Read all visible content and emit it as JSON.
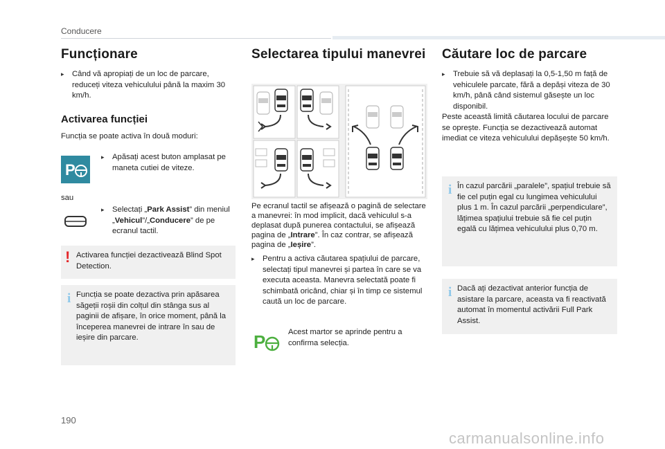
{
  "header": {
    "section": "Conducere"
  },
  "col1": {
    "title": "Funcționare",
    "bullet1": "Când vă apropiați de un loc de parcare, reduceți viteza vehiculului până la maxim 30 km/h.",
    "subtitle": "Activarea funcției",
    "intro": "Funcția se poate activa în două moduri:",
    "option1": "Apăsați acest buton amplasat pe maneta cutiei de viteze.",
    "or": "sau",
    "option2_a": "Selectați „",
    "option2_b": "Park Assist",
    "option2_c": "” din meniul „",
    "option2_d": "Vehicul",
    "option2_e": "”/„",
    "option2_f": "Conducere",
    "option2_g": "” de pe ecranul tactil.",
    "warning": "Activarea funcției dezactivează Blind Spot Detection.",
    "info": "Funcția se poate dezactiva prin apăsarea săgeții roșii din colțul din stânga sus al paginii de afișare, în orice moment, până la începerea manevrei de intrare în sau de ieșire din parcare."
  },
  "col2": {
    "title": "Selectarea tipului manevrei",
    "para_a": "Pe ecranul tactil se afișează o pagină de selectare a manevrei: în mod implicit, dacă vehiculul s-a deplasat după punerea contactului, se afișează pagina de „",
    "para_b": "Intrare",
    "para_c": "”. În caz contrar, se afișează pagina de „",
    "para_d": "Ieșire",
    "para_e": "”.",
    "bullet": "Pentru a activa căutarea spațiului de parcare, selectați tipul manevrei și partea în care se va executa aceasta. Manevra selectată poate fi schimbată oricând, chiar și în timp ce sistemul caută un loc de parcare.",
    "indicator": "Acest martor se aprinde pentru a confirma selecția."
  },
  "col3": {
    "title": "Căutare loc de parcare",
    "bullet": "Trebuie să vă deplasați la 0,5-1,50 m față de vehiculele parcate, fără a depăși viteza de 30 km/h, până când sistemul găsește un loc disponibil.",
    "para": "Peste această limită căutarea locului de parcare se oprește. Funcția se dezactivează automat imediat ce viteza vehiculului depășește 50 km/h.",
    "info1": "În cazul parcării „paralele”, spațiul trebuie să fie cel puțin egal cu lungimea vehiculului plus 1 m. În cazul parcării „perpendiculare”, lățimea spațiului trebuie să fie cel puțin egală cu lățimea vehiculului plus 0,70 m.",
    "info2": "Dacă ați dezactivat anterior funcția de asistare la parcare, aceasta va fi reactivată automat în momentul activării Full Park Assist."
  },
  "footer": {
    "page": "190",
    "watermark": "carmanualsonline.info"
  },
  "colors": {
    "accent": "#2f8aa0",
    "green": "#4caf3f",
    "warning": "#e4282b",
    "info": "#8ec8ea",
    "panel": "#f0f0f0"
  },
  "icons": {
    "bullet": "arrow-bullet-icon",
    "park_button": "park-assist-button-icon",
    "steering": "steering-wheel-icon",
    "indicator": "park-green-indicator-icon"
  }
}
